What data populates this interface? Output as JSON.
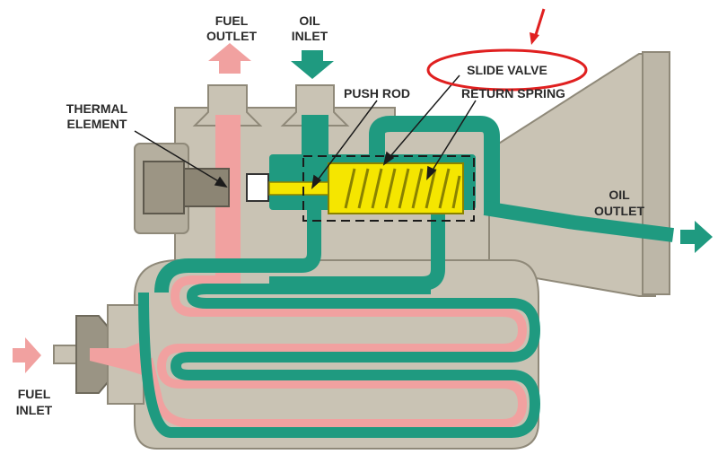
{
  "labels": {
    "fuel_outlet": [
      "FUEL",
      "OUTLET"
    ],
    "oil_inlet": [
      "OIL",
      "INLET"
    ],
    "thermal_element": [
      "THERMAL",
      "ELEMENT"
    ],
    "push_rod": "PUSH ROD",
    "slide_valve": "SLIDE VALVE",
    "return_spring": "RETURN SPRING",
    "oil_outlet": [
      "OIL",
      "OUTLET"
    ],
    "fuel_inlet": [
      "FUEL",
      "INLET"
    ]
  },
  "colors": {
    "body": "#c9c3b4",
    "body_edge": "#8f8979",
    "fuel": "#f1a1a0",
    "oil": "#1f9a80",
    "oil_dark": "#137260",
    "valve": "#f5e600",
    "highlight": "#e02020",
    "element": "#8c8574"
  }
}
